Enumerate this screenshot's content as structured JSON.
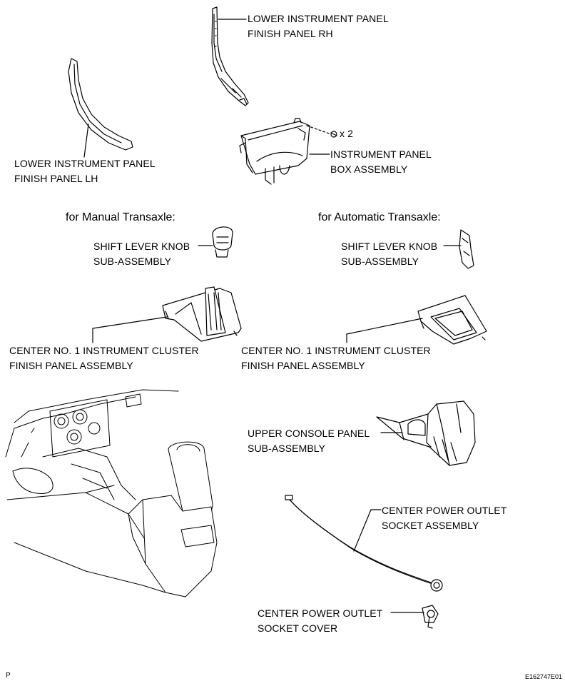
{
  "labels": {
    "panel_rh": [
      "LOWER INSTRUMENT PANEL",
      "FINISH PANEL RH"
    ],
    "panel_lh": [
      "LOWER INSTRUMENT PANEL",
      "FINISH PANEL LH"
    ],
    "box": [
      "INSTRUMENT PANEL",
      "BOX ASSEMBLY"
    ],
    "screw_qty": "x 2",
    "knob_manual": [
      "SHIFT LEVER KNOB",
      "SUB-ASSEMBLY"
    ],
    "knob_auto": [
      "SHIFT LEVER KNOB",
      "SUB-ASSEMBLY"
    ],
    "cluster_manual": [
      "CENTER NO. 1 INSTRUMENT CLUSTER",
      "FINISH PANEL ASSEMBLY"
    ],
    "cluster_auto": [
      "CENTER NO. 1 INSTRUMENT CLUSTER",
      "FINISH PANEL ASSEMBLY"
    ],
    "console": [
      "UPPER CONSOLE PANEL",
      "SUB-ASSEMBLY"
    ],
    "outlet": [
      "CENTER POWER OUTLET",
      "SOCKET ASSEMBLY"
    ],
    "outlet_cover": [
      "CENTER POWER OUTLET",
      "SOCKET COVER"
    ]
  },
  "headers": {
    "manual": "for Manual Transaxle:",
    "automatic": "for Automatic Transaxle:"
  },
  "footer": {
    "left": "P",
    "right": "E162747E01"
  }
}
